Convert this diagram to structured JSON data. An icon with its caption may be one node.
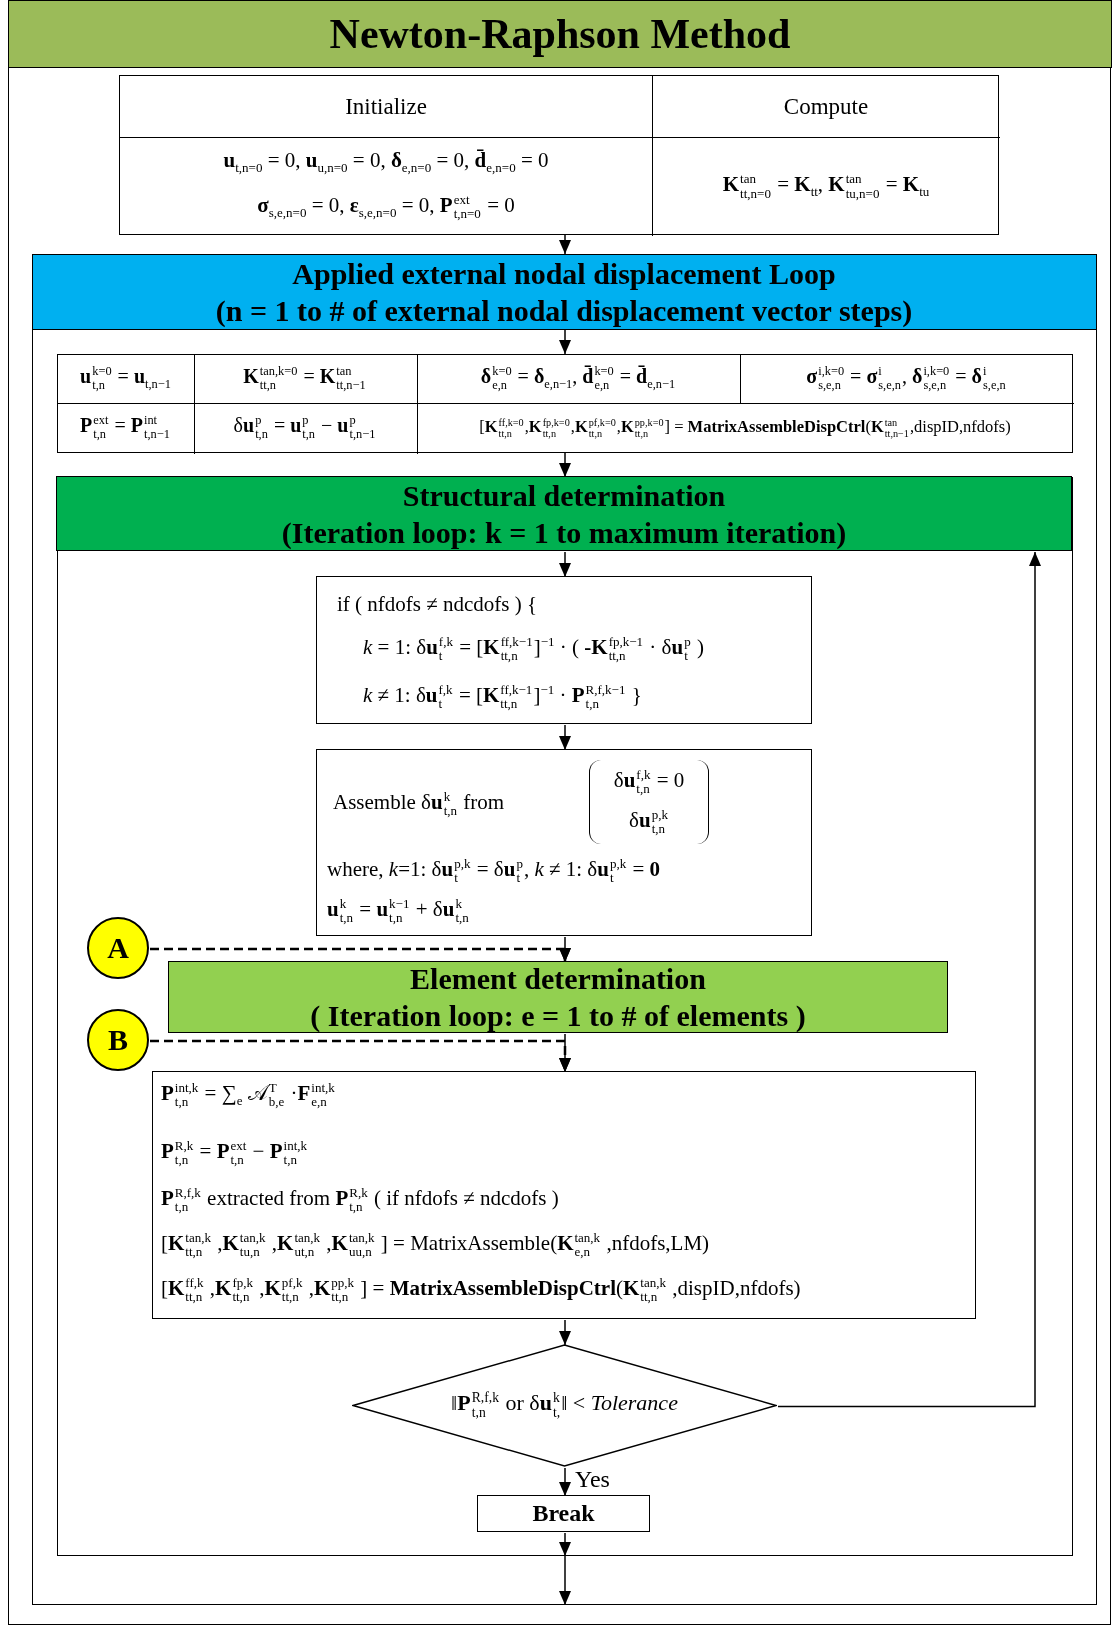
{
  "diagram": {
    "title": "Newton-Raphson Method",
    "nodes": [
      {
        "text": [
          "Initialize",
          "Compute",
          "**u**$_{t,n=0}$ = 0, **u**$_{u,n=0}$ = 0,  **δ**$_{e,n=0}$ = 0,  **d̄**$_{e,n=0}$ = 0",
          "**σ**$_{s,e,n=0}$ = 0,  **ε**$_{s,e,n=0}$ = 0,  **P**$^{ext}$$_{t,n=0}$ = 0",
          "**K**$^{tan}$$_{tt,n=0}$ = **K**$_{tt}$,  **K**$^{tan}$$_{tu,n=0}$ = **K**$_{tu}$"
        ]
      },
      {
        "text": [],
        "shape": "box"
      },
      {
        "text": [
          "Applied external nodal displacement Loop",
          "(n = 1 to # of external nodal displacement vector steps)"
        ],
        "in": 1
      },
      {
        "text": [
          "**u**$^{k=0}$$_{t,n}$ = **u**$_{t,n−1}$",
          "**K**$^{tan,k=0}$$_{tt,n}$ = **K**$^{tan}$$_{tt,n−1}$",
          "**δ**$^{k=0}$$_{e,n}$ = **δ**$_{e,n−1}$,  **d̄**$^{k=0}$$_{e,n}$ = **d̄**$_{e,n−1}$",
          "**σ**$^{i,k=0}$$_{s,e,n}$ = **σ**$^{i}$$_{s,e,n}$,  **δ**$^{i,k=0}$$_{s,e,n}$ = **δ**$^{i}$$_{s,e,n}$",
          "**P**$^{ext}$$_{t,n}$ = **P**$^{int}$$_{t,n−1}$",
          "δ**u**$^{p}$$_{t,n}$ = **u**$^{p}$$_{t,n}$ − **u**$^{p}$$_{t,n−1}$",
          "[**K**$^{ff,k=0}$$_{tt,n}$,**K**$^{fp,k=0}$$_{tt,n}$,**K**$^{pf,k=0}$$_{tt,n}$,**K**$^{pp,k=0}$$_{tt,n}$] = **MatrixAssembleDispCtrl**(**K**$^{tan}$$_{tt,n−1}$,dispID,nfdofs)"
        ],
        "in": 1
      },
      {
        "text": [],
        "shape": "box",
        "in": 1
      },
      {
        "text": [
          "Structural determination",
          "(Iteration loop: k = 1 to maximum iteration)"
        ],
        "in": 4
      },
      {
        "text": [
          "if ( nfdofs ≠ ndcdofs ) {",
          "*k* = 1:  δ**u**$^{f,k}$$_{t}$ = [**K**$^{ff,k−1}$$_{tt,n}$]$^{−1}$ · ( **-K**$^{fp,k−1}$$_{tt,n}$ · δ**u**$^{p}$$_{t}$ )",
          "*k* ≠ 1:  δ**u**$^{f,k}$$_{t}$ = [**K**$^{ff,k−1}$$_{tt,n}$]$^{−1}$ · **P**$^{R,f,k−1}$$_{t,n}$  }"
        ],
        "in": 4
      },
      {
        "text": [
          "Assemble  δ**u**$^{k}$$_{t,n}$  from",
          "δ**u**$^{f,k}$$_{t,n}$ = 0",
          "δ**u**$^{p,k}$$_{t,n}$",
          "where, *k*=1: δ**u**$^{p,k}$$_{t}$ = δ**u**$^{p}$$_{t}$,  *k* ≠ 1:  δ**u**$^{p,k}$$_{t}$ = **0**",
          "**u**$^{k}$$_{t,n}$ = **u**$^{k−1}$$_{t,n}$ + δ**u**$^{k}$$_{t,n}$"
        ],
        "in": 4
      },
      {
        "text": [
          "A"
        ],
        "in": 4
      },
      {
        "text": [
          "Element determination",
          "( Iteration loop: e = 1 to # of elements )"
        ],
        "in": 4
      },
      {
        "text": [
          "B"
        ],
        "in": 4
      },
      {
        "text": [
          "**P**$^{int,k}$$_{t,n}$ = ∑$_{e}$ 𝒜$^{T}$$_{b,e}$ ·**F**$^{int,k}$$_{e,n}$",
          "**P**$^{R,k}$$_{t,n}$ = **P**$^{ext}$$_{t,n}$ − **P**$^{int,k}$$_{t,n}$",
          "**P**$^{R,f,k}$$_{t,n}$  extracted  from  **P**$^{R,k}$$_{t,n}$  ( if  nfdofs  ≠ ndcdofs )",
          "[**K**$^{tan,k}$$_{tt,n}$ ,**K**$^{tan,k}$$_{tu,n}$ ,**K**$^{tan,k}$$_{ut,n}$ ,**K**$^{tan,k}$$_{uu,n}$ ] = MatrixAssemble(**K**$^{tan,k}$$_{e,n}$ ,nfdofs,LM)",
          "[**K**$^{ff,k}$$_{tt,n}$ ,**K**$^{fp,k}$$_{tt,n}$ ,**K**$^{pf,k}$$_{tt,n}$ ,**K**$^{pp,k}$$_{tt,n}$ ] = **MatrixAssembleDispCtrl**(**K**$^{tan,k}$$_{tt,n}$ ,dispID,nfdofs)"
        ],
        "in": 4
      },
      {
        "text": [
          "‖**P**$^{R,f,k}$$_{t,n}$  or  δ**u**$^{k}$$_{t,}$‖ < *Tolerance*"
        ],
        "in": 4
      },
      {
        "text": [
          "Break"
        ],
        "in": 4
      }
    ],
    "edges": [
      {
        "from": 0,
        "to": 2,
        "arrow": "to"
      },
      {
        "from": 2,
        "to": 3,
        "arrow": "to"
      },
      {
        "from": 3,
        "to": 5,
        "arrow": "to"
      },
      {
        "from": 5,
        "to": 6,
        "arrow": "to"
      },
      {
        "from": 6,
        "to": 7,
        "arrow": "to"
      },
      {
        "from": 7,
        "to": 9,
        "arrow": "to"
      },
      {
        "from": 8,
        "to": 9,
        "arrow": "to",
        "style": "dashed"
      },
      {
        "from": 9,
        "to": 11,
        "arrow": "to"
      },
      {
        "from": 10,
        "to": 11,
        "arrow": "to",
        "style": "dashed"
      },
      {
        "from": 11,
        "to": 12,
        "arrow": "to"
      },
      {
        "from": 12,
        "to": 13,
        "arrow": "to",
        "label": "Yes"
      },
      {
        "from": 12,
        "to": 5,
        "arrow": "to"
      },
      {
        "from": 13,
        "to": 4,
        "arrow": "to"
      },
      {
        "from": 4,
        "to": 1,
        "arrow": "to"
      }
    ]
  }
}
